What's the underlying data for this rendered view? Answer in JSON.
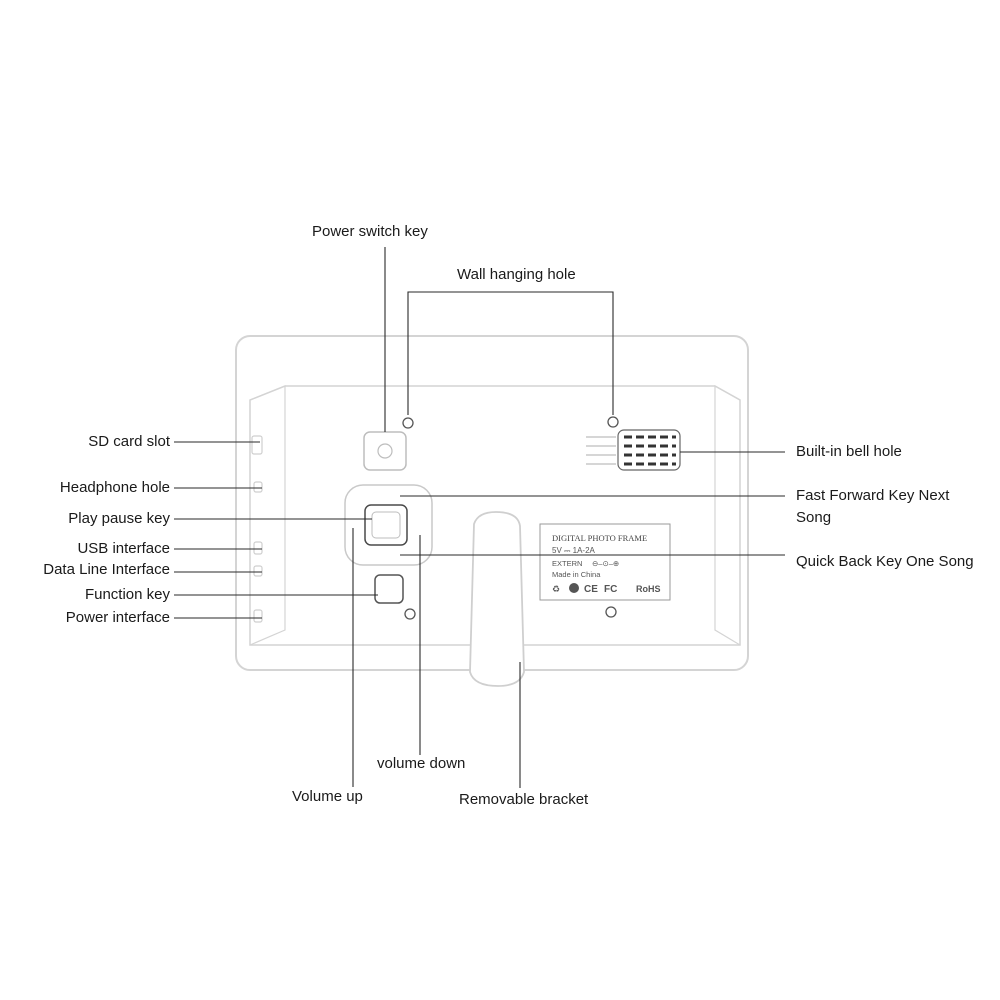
{
  "labels": {
    "power_switch_key": "Power switch key",
    "wall_hanging_hole": "Wall hanging hole",
    "sd_card_slot": "SD card slot",
    "headphone_hole": "Headphone hole",
    "play_pause_key": "Play pause key",
    "usb_interface": "USB interface",
    "data_line_interface": "Data Line Interface",
    "function_key": "Function key",
    "power_interface": "Power interface",
    "built_in_bell_hole": "Built-in bell hole",
    "fast_forward_key": "Fast Forward Key Next Song",
    "quick_back_key": "Quick Back Key One Song",
    "volume_down": "volume down",
    "volume_up": "Volume up",
    "removable_bracket": "Removable bracket"
  },
  "nameplate": {
    "title": "DIGITAL PHOTO FRAME",
    "rating": "5V ⎓ 1A-2A",
    "extern": "EXTERN",
    "made_in": "Made in China",
    "marks": [
      "CE",
      "FC",
      "RoHS"
    ]
  },
  "colors": {
    "frame_outline": "#d4d4d4",
    "label_line": "#2a2a2a",
    "text": "#1a1a1a"
  }
}
